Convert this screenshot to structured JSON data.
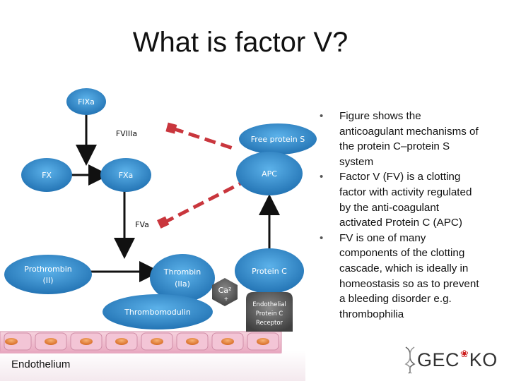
{
  "title": "What is factor V?",
  "nodes": {
    "fixa": "FIXa",
    "fviiia": "FVIIIa",
    "free_protein_s": "Free protein S",
    "fx": "FX",
    "fxa": "FXa",
    "apc": "APC",
    "fva": "FVa",
    "prothrombin_line1": "Prothrombin",
    "prothrombin_line2": "(II)",
    "thrombin_line1": "Thrombin",
    "thrombin_line2": "(IIa)",
    "calcium_line1": "Ca²",
    "calcium_line2": "+",
    "protein_c": "Protein C",
    "thrombomodulin": "Thrombomodulin",
    "epcr_line1": "Endothelial",
    "epcr_line2": "Protein C",
    "epcr_line3": "Receptor"
  },
  "endothelium_label": "Endothelium",
  "bullets": [
    [
      "Figure shows the",
      "anticoagulant mechanisms of",
      "the protein C–protein S",
      "system"
    ],
    [
      "Factor V (FV) is a clotting",
      "factor with activity regulated",
      "by the anti-coagulant",
      "activated Protein C (APC)"
    ],
    [
      "FV is one of many",
      "components of the clotting",
      "cascade, which is ideally in",
      "homeostasis so as to prevent",
      "a bleeding disorder e.g.",
      "thrombophilia"
    ]
  ],
  "logo": {
    "left": "GEC",
    "right": "KO"
  },
  "colors": {
    "node_blue": "#2e8fd0",
    "membrane_pink": "#f2c3d3",
    "cell_orange": "#ee8a3c",
    "inhibit_red": "#c9363d",
    "logo_leaf": "#cc1b1b"
  }
}
